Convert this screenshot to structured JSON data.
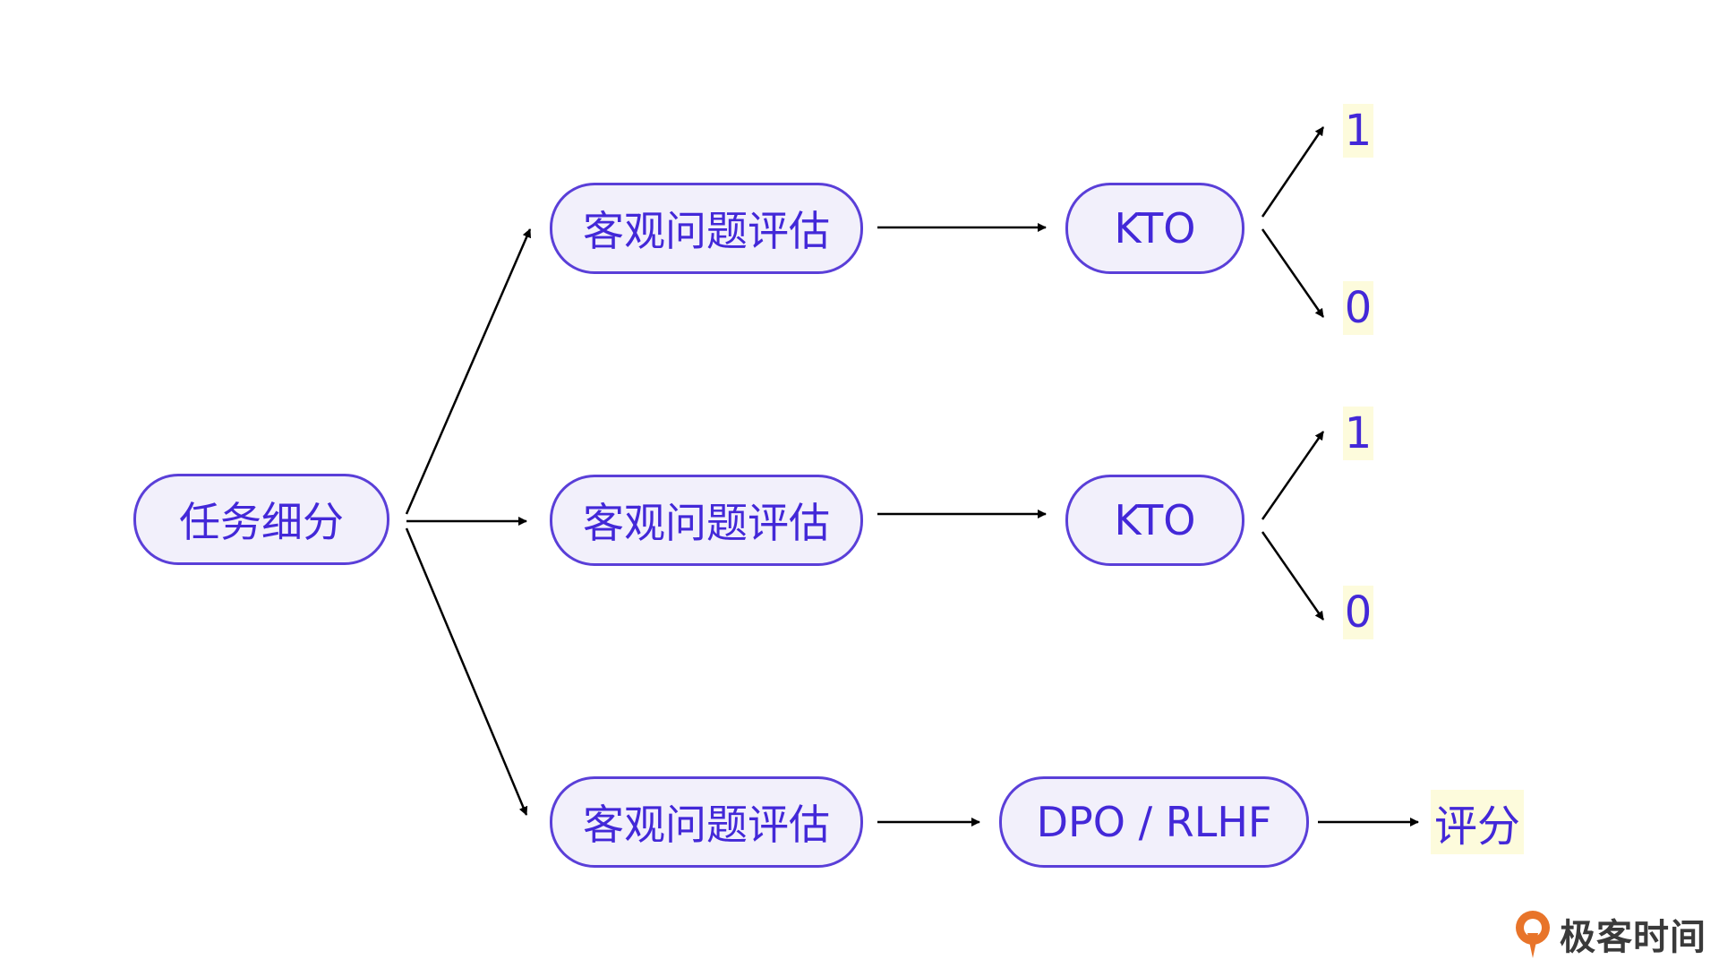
{
  "colors": {
    "node_border": "#5a3fd8",
    "node_fill": "#f2f0fb",
    "text": "#4328d8",
    "output_fill": "#fdfbdc",
    "arrow": "#000000",
    "logo_orange": "#e8742a"
  },
  "root": {
    "label": "任务细分"
  },
  "branches": [
    {
      "eval_label": "客观问题评估",
      "method_label": "KTO",
      "outputs": [
        "1",
        "0"
      ]
    },
    {
      "eval_label": "客观问题评估",
      "method_label": "KTO",
      "outputs": [
        "1",
        "0"
      ]
    },
    {
      "eval_label": "客观问题评估",
      "method_label": "DPO / RLHF",
      "outputs": [
        "评分"
      ]
    }
  ],
  "logo": {
    "text": "极客时间",
    "icon": "geektime-logo-icon"
  }
}
